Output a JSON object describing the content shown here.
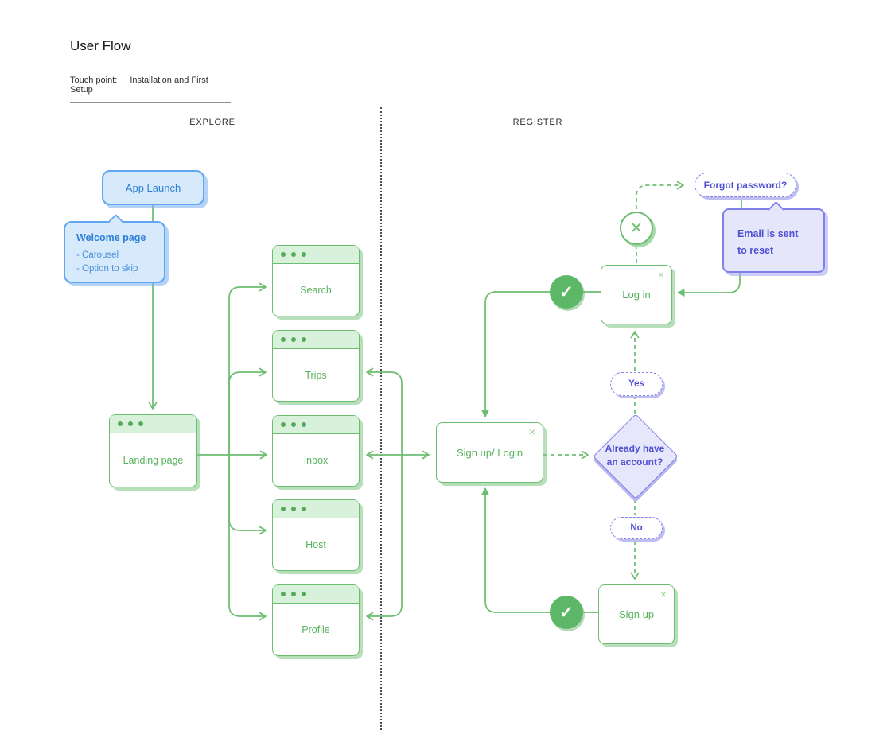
{
  "header": {
    "title": "User Flow",
    "touchpoint_label": "Touch point:",
    "touchpoint_value": "Installation and First Setup"
  },
  "sections": {
    "explore": "EXPLORE",
    "register": "REGISTER"
  },
  "nodes": {
    "app_launch": {
      "label": "App Launch"
    },
    "welcome_note": {
      "title": "Welcome page",
      "items": [
        "- Carousel",
        "- Option to skip"
      ]
    },
    "landing": {
      "label": "Landing page"
    },
    "search": {
      "label": "Search"
    },
    "trips": {
      "label": "Trips"
    },
    "inbox": {
      "label": "Inbox"
    },
    "host": {
      "label": "Host"
    },
    "profile": {
      "label": "Profile"
    },
    "signup_login": {
      "label": "Sign up/ Login"
    },
    "login": {
      "label": "Log in"
    },
    "signup": {
      "label": "Sign up"
    },
    "decision": {
      "label": "Already have an account?"
    },
    "yes_pill": {
      "label": "Yes"
    },
    "no_pill": {
      "label": "No"
    },
    "forgot_pill": {
      "label": "Forgot password?"
    },
    "email_note": {
      "line1": "Email is sent",
      "line2": "to reset"
    }
  },
  "icons": {
    "close": "×",
    "check": "✓",
    "cross": "✕"
  },
  "colors": {
    "green_stroke": "#6cbd70",
    "green_text": "#56b25c",
    "green_header_fill": "#d8f1da",
    "check_fill": "#5cb867",
    "blue_border": "#62a6f1",
    "blue_fill": "#d7eafb",
    "blue_text": "#2e7fd6",
    "purple_border": "#8080ea",
    "purple_fill": "#e6e6fb",
    "purple_text": "#5050d4"
  }
}
